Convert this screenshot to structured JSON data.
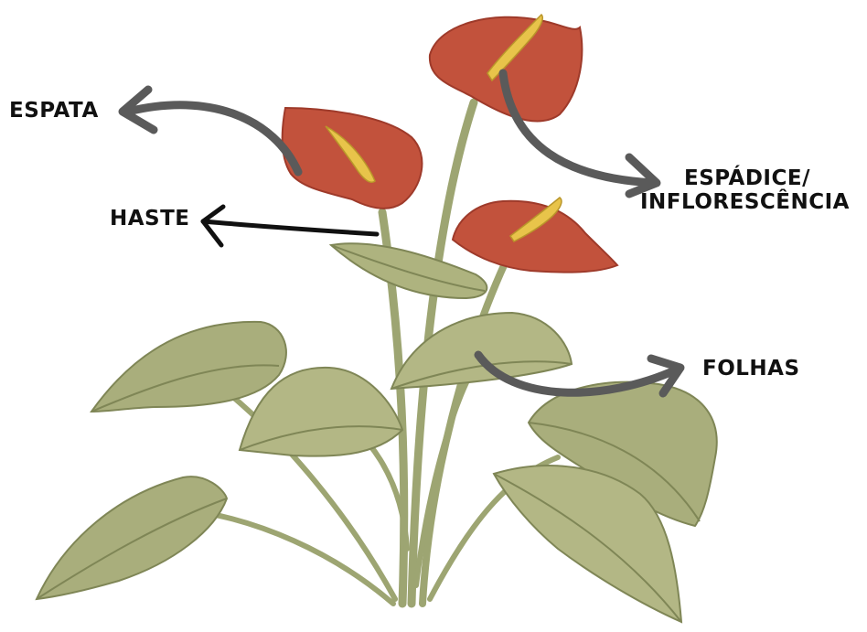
{
  "labels": {
    "espata": "ESPATA",
    "haste": "HASTE",
    "espadice_line1": "ESPÁDICE/",
    "espadice_line2": "INFLORESCÊNCIA",
    "folhas": "FOLHAS"
  },
  "colors": {
    "spathe": "#c2523c",
    "spathe_dark": "#9e3a2a",
    "spadix": "#e8c44a",
    "leaf": "#a9ae7c",
    "leaf_dark": "#7f8656",
    "stem": "#9da572",
    "arrow": "#5a5a5a",
    "text": "#111111"
  }
}
